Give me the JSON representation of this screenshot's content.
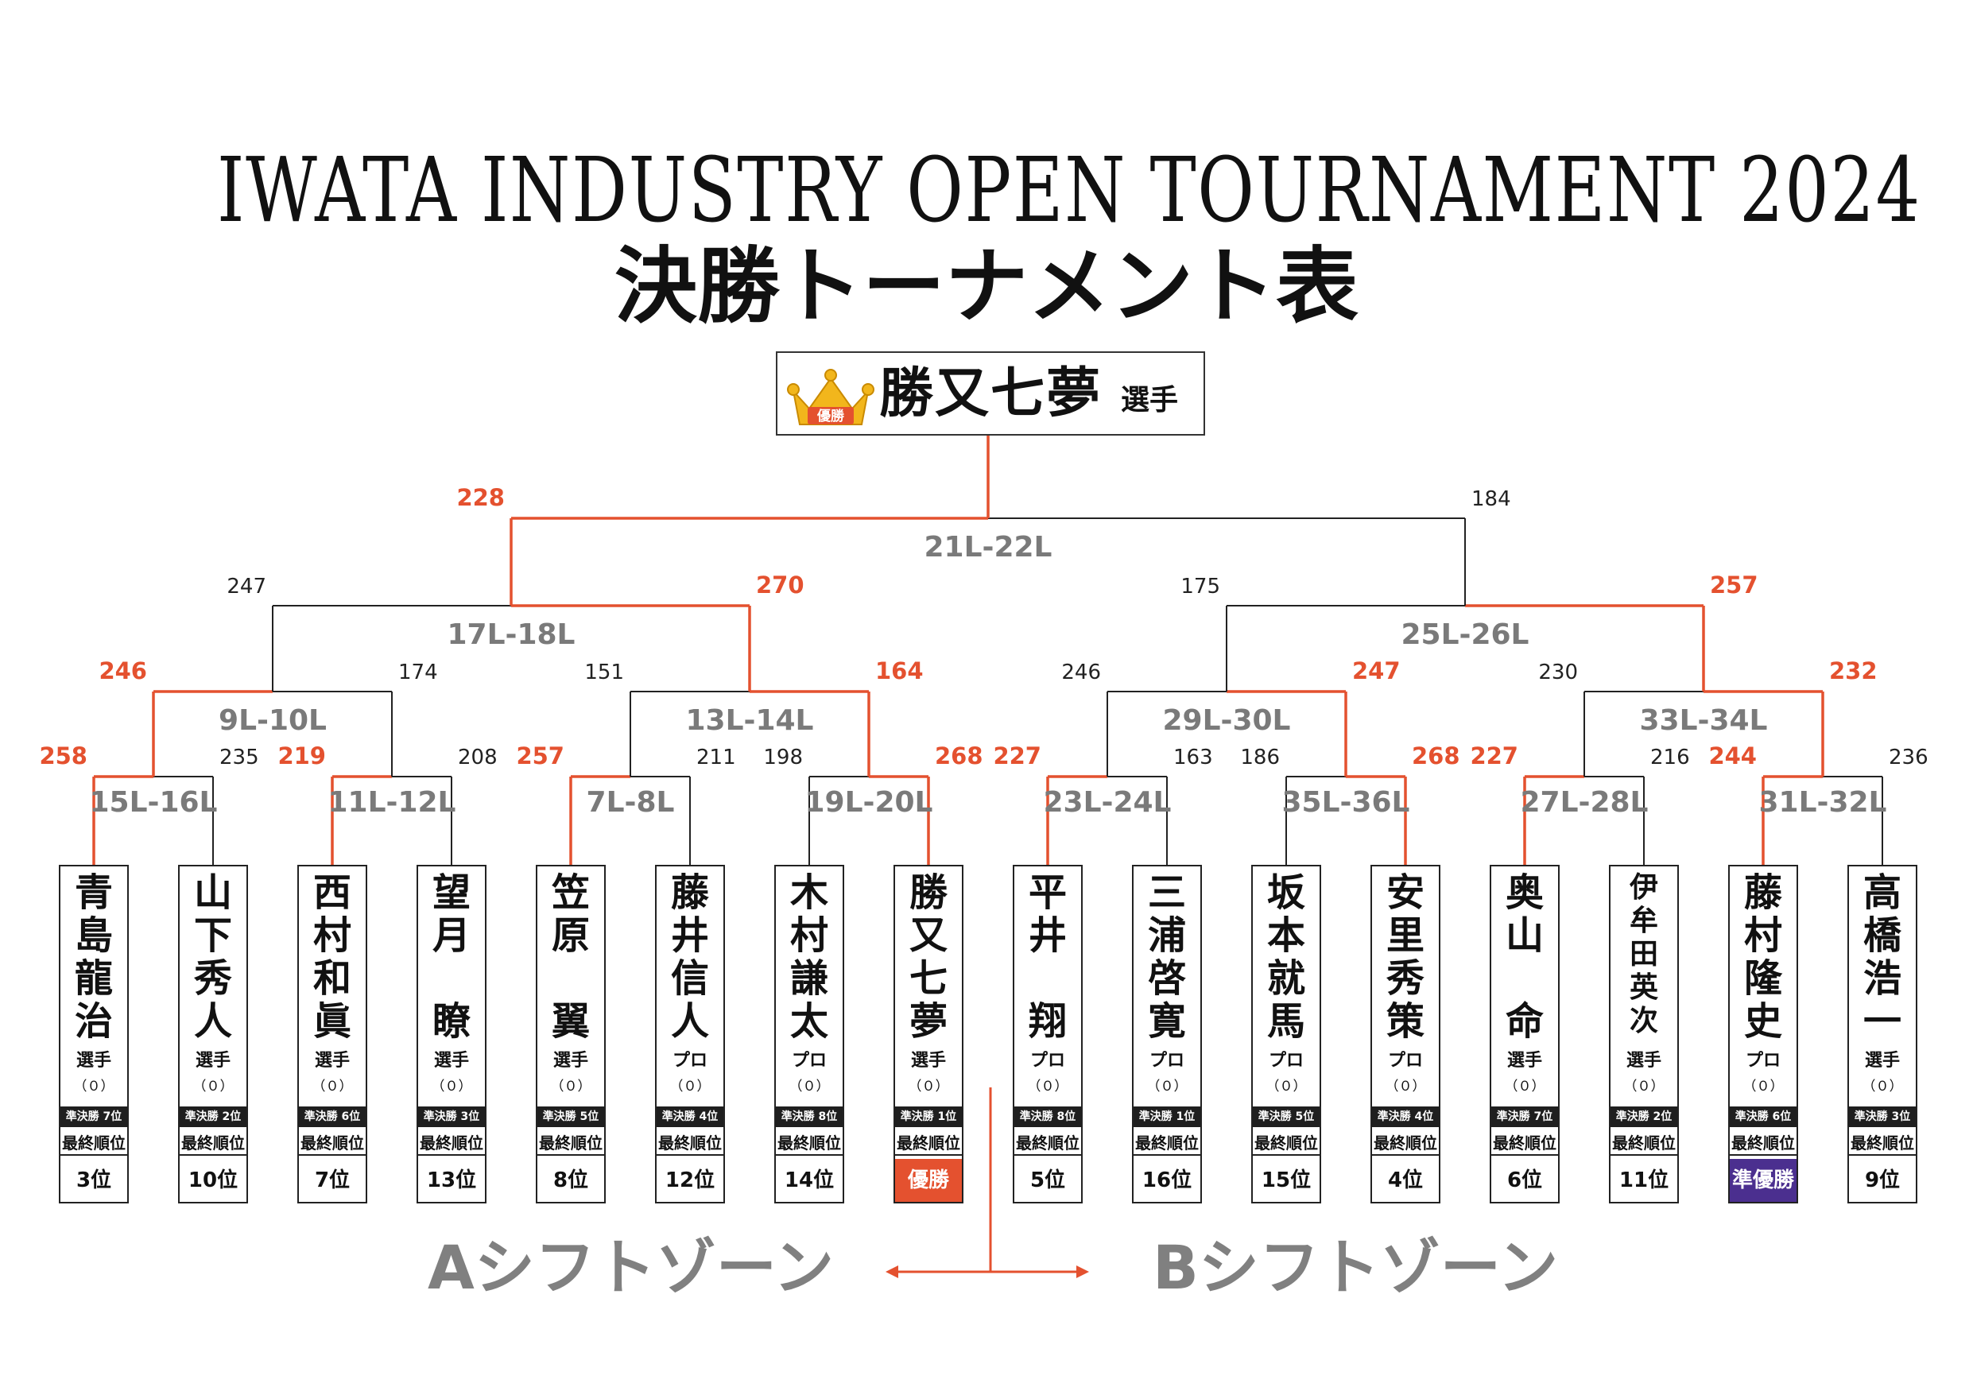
{
  "title": {
    "english": "IWATA INDUSTRY OPEN TOURNAMENT 2024",
    "japanese": "決勝トーナメント表"
  },
  "champion": {
    "badge": "優勝",
    "name": "勝又七夢",
    "suffix": "選手"
  },
  "colors": {
    "winner_line": "#e4512f",
    "loser_line": "#222222",
    "match_label": "#7a7a7a",
    "champion_badge": "#e4512f",
    "runner_up_badge": "#4b2f8f"
  },
  "players": [
    {
      "name_lines": [
        "青",
        "島",
        "龍",
        "治"
      ],
      "title": "選手",
      "points": "（０）",
      "semi": "準決勝 7位",
      "rank_label": "最終順位",
      "rank": "3位"
    },
    {
      "name_lines": [
        "山",
        "下",
        "秀",
        "人"
      ],
      "title": "選手",
      "points": "（０）",
      "semi": "準決勝 2位",
      "rank_label": "最終順位",
      "rank": "10位"
    },
    {
      "name_lines": [
        "西",
        "村",
        "和",
        "眞"
      ],
      "title": "選手",
      "points": "（０）",
      "semi": "準決勝 6位",
      "rank_label": "最終順位",
      "rank": "7位"
    },
    {
      "name_lines": [
        "望",
        "月",
        "",
        "瞭"
      ],
      "title": "選手",
      "points": "（０）",
      "semi": "準決勝 3位",
      "rank_label": "最終順位",
      "rank": "13位"
    },
    {
      "name_lines": [
        "笠",
        "原",
        "",
        "翼"
      ],
      "title": "選手",
      "points": "（０）",
      "semi": "準決勝 5位",
      "rank_label": "最終順位",
      "rank": "8位"
    },
    {
      "name_lines": [
        "藤",
        "井",
        "信",
        "人"
      ],
      "title": "プロ",
      "points": "（０）",
      "semi": "準決勝 4位",
      "rank_label": "最終順位",
      "rank": "12位"
    },
    {
      "name_lines": [
        "木",
        "村",
        "謙",
        "太"
      ],
      "title": "プロ",
      "points": "（０）",
      "semi": "準決勝 8位",
      "rank_label": "最終順位",
      "rank": "14位"
    },
    {
      "name_lines": [
        "勝",
        "又",
        "七",
        "夢"
      ],
      "title": "選手",
      "points": "（０）",
      "semi": "準決勝 1位",
      "rank_label": "最終順位",
      "rank": "優勝",
      "highlight": "champion"
    },
    {
      "name_lines": [
        "平",
        "井",
        "",
        "翔"
      ],
      "title": "プロ",
      "points": "（０）",
      "semi": "準決勝 8位",
      "rank_label": "最終順位",
      "rank": "5位"
    },
    {
      "name_lines": [
        "三",
        "浦",
        "啓",
        "寛"
      ],
      "title": "プロ",
      "points": "（０）",
      "semi": "準決勝 1位",
      "rank_label": "最終順位",
      "rank": "16位"
    },
    {
      "name_lines": [
        "坂",
        "本",
        "就",
        "馬"
      ],
      "title": "プロ",
      "points": "（０）",
      "semi": "準決勝 5位",
      "rank_label": "最終順位",
      "rank": "15位"
    },
    {
      "name_lines": [
        "安",
        "里",
        "秀",
        "策"
      ],
      "title": "プロ",
      "points": "（０）",
      "semi": "準決勝 4位",
      "rank_label": "最終順位",
      "rank": "4位"
    },
    {
      "name_lines": [
        "奥",
        "山",
        "",
        "命"
      ],
      "title": "選手",
      "points": "（０）",
      "semi": "準決勝 7位",
      "rank_label": "最終順位",
      "rank": "6位"
    },
    {
      "name_lines": [
        "伊",
        "牟",
        "田",
        "英",
        "次"
      ],
      "title": "選手",
      "points": "（０）",
      "semi": "準決勝 2位",
      "rank_label": "最終順位",
      "rank": "11位"
    },
    {
      "name_lines": [
        "藤",
        "村",
        "隆",
        "史"
      ],
      "title": "プロ",
      "points": "（０）",
      "semi": "準決勝 6位",
      "rank_label": "最終順位",
      "rank": "準優勝",
      "highlight": "runner_up"
    },
    {
      "name_lines": [
        "高",
        "橋",
        "浩",
        "一"
      ],
      "title": "選手",
      "points": "（０）",
      "semi": "準決勝 3位",
      "rank_label": "最終順位",
      "rank": "9位"
    }
  ],
  "matches": [
    {
      "id": "m1",
      "label": "15L-16L",
      "left": {
        "score": "258"
      },
      "right": {
        "score": "235"
      },
      "winner": "left"
    },
    {
      "id": "m2",
      "label": "11L-12L",
      "left": {
        "score": "219"
      },
      "right": {
        "score": "208"
      },
      "winner": "left"
    },
    {
      "id": "m3",
      "label": "7L-8L",
      "left": {
        "score": "257"
      },
      "right": {
        "score": "211"
      },
      "winner": "left"
    },
    {
      "id": "m4",
      "label": "19L-20L",
      "left": {
        "score": "198"
      },
      "right": {
        "score": "268"
      },
      "winner": "right"
    },
    {
      "id": "m5",
      "label": "23L-24L",
      "left": {
        "score": "227"
      },
      "right": {
        "score": "163"
      },
      "winner": "left"
    },
    {
      "id": "m6",
      "label": "35L-36L",
      "left": {
        "score": "186"
      },
      "right": {
        "score": "268"
      },
      "winner": "right"
    },
    {
      "id": "m7",
      "label": "27L-28L",
      "left": {
        "score": "227"
      },
      "right": {
        "score": "216"
      },
      "winner": "left"
    },
    {
      "id": "m8",
      "label": "31L-32L",
      "left": {
        "score": "244"
      },
      "right": {
        "score": "236"
      },
      "winner": "left"
    },
    {
      "id": "q1",
      "label": "9L-10L",
      "left": {
        "score": "246"
      },
      "right": {
        "score": "174"
      },
      "winner": "left"
    },
    {
      "id": "q2",
      "label": "13L-14L",
      "left": {
        "score": "151"
      },
      "right": {
        "score": "164"
      },
      "winner": "right"
    },
    {
      "id": "q3",
      "label": "29L-30L",
      "left": {
        "score": "246"
      },
      "right": {
        "score": "247"
      },
      "winner": "right"
    },
    {
      "id": "q4",
      "label": "33L-34L",
      "left": {
        "score": "230"
      },
      "right": {
        "score": "232"
      },
      "winner": "right"
    },
    {
      "id": "s1",
      "label": "17L-18L",
      "left": {
        "score": "247"
      },
      "right": {
        "score": "270"
      },
      "winner": "right"
    },
    {
      "id": "s2",
      "label": "25L-26L",
      "left": {
        "score": "175"
      },
      "right": {
        "score": "257"
      },
      "winner": "right"
    },
    {
      "id": "f",
      "label": "21L-22L",
      "left": {
        "score": "228"
      },
      "right": {
        "score": "184"
      },
      "winner": "left"
    }
  ],
  "zones": {
    "a": "Aシフトゾーン",
    "b": "Bシフトゾーン"
  }
}
